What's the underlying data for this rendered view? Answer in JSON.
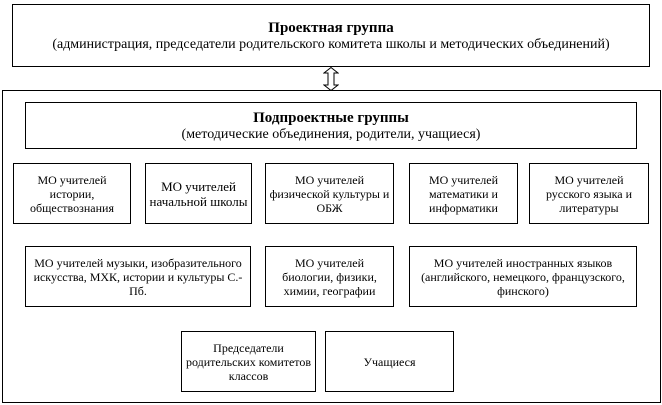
{
  "project_group": {
    "title": "Проектная группа",
    "subtitle": "(администрация, председатели родительского комитета школы и методических объединений)"
  },
  "subproject_groups": {
    "title": "Подпроектные группы",
    "subtitle": "(методические объединения, родители, учащиеся)"
  },
  "units": {
    "history": "МО учителей истории, обществознания",
    "primary": "МО учителей начальной школы",
    "pe": "МО учителей физической культуры и ОБЖ",
    "math": "МО учителей математики и информатики",
    "russian": "МО учителей русского языка и литературы",
    "music": "МО учителей музыки, изобразительного искусства, МХК, истории и культуры С.-Пб.",
    "biology": "МО учителей биологии, физики, химии, географии",
    "languages": "МО учителей иностранных языков (английского, немецкого, французского, финского)",
    "parents": "Председатели родительских комитетов классов",
    "students": "Учащиеся"
  }
}
